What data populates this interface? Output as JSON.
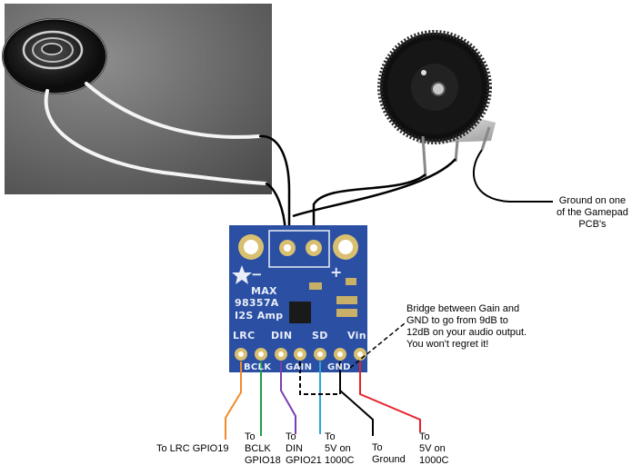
{
  "board": {
    "line1": "MAX",
    "line2": "98357A",
    "line3": "I2S  Amp",
    "top_pins": [
      "LRC",
      "DIN",
      "SD",
      "Vin"
    ],
    "bottom_pins": [
      "BCLK",
      "GAIN",
      "GND"
    ],
    "minus": "−",
    "plus": "+"
  },
  "annotations": {
    "ground": [
      "Ground on one",
      "of the Gamepad",
      "PCB's"
    ],
    "bridge": [
      "Bridge between Gain and",
      "GND to go from 9dB to",
      "12dB on your audio output.",
      "You won't regret it!"
    ],
    "lrc": "To LRC GPIO19",
    "bclk": [
      "To",
      "BCLK",
      "GPIO18"
    ],
    "din": [
      "To",
      "DIN",
      "GPIO21"
    ],
    "sd": [
      "To",
      "5V on",
      "1000C"
    ],
    "gnd": [
      "To",
      "Ground"
    ],
    "vin": [
      "To",
      "5V on",
      "1000C"
    ]
  },
  "colors": {
    "pcb": "#2a4fa3",
    "wire_lrc": "#f08a2a",
    "wire_bclk": "#1e9e4a",
    "wire_din": "#7b3fb0",
    "wire_sd": "#2aa7d8",
    "wire_gnd": "#000000",
    "wire_vin": "#e5222a"
  }
}
